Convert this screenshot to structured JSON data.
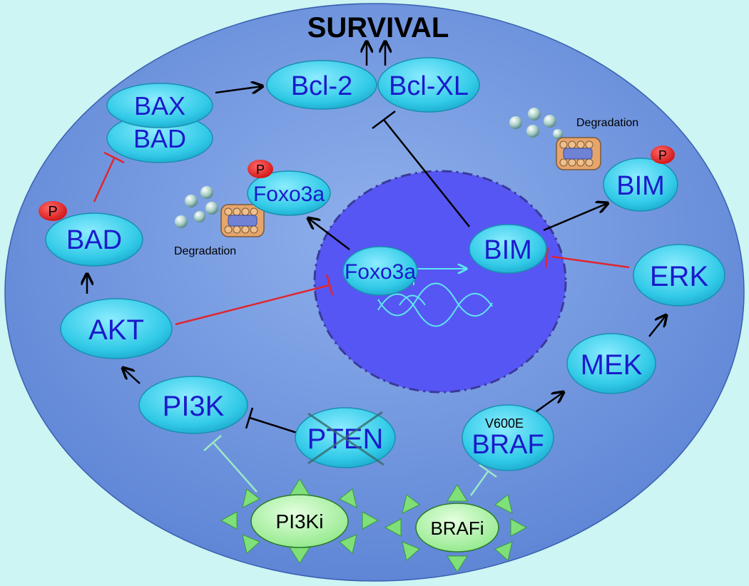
{
  "title": "SURVIVAL",
  "nodes": {
    "bcl2": "Bcl-2",
    "bclxl": "Bcl-XL",
    "bax": "BAX",
    "bad_top": "BAD",
    "bad": "BAD",
    "foxo3a_p": "Foxo3a",
    "bim_p": "BIM",
    "bim": "BIM",
    "foxo3a": "Foxo3a",
    "akt": "AKT",
    "erk": "ERK",
    "mek": "MEK",
    "pi3k": "PI3K",
    "pten": "PTEN",
    "braf": "BRAF",
    "braf_mut": "V600E",
    "pi3ki": "PI3Ki",
    "brafi": "BRAFi"
  },
  "labels": {
    "degradation_left": "Degradation",
    "degradation_right": "Degradation",
    "phospho": "P"
  },
  "colors": {
    "background": "#ccf5f3",
    "cell": "#6f96e0",
    "nucleus": "#5858f5",
    "node_fill": "#35d0ec",
    "node_text": "#1a1acc",
    "inhibitor_red": "#e0262e",
    "inhibitor_light": "#9be8c8",
    "drug_fill": "#a6f0a0",
    "spike": "#7fe07a",
    "phospho": "#e81818"
  }
}
